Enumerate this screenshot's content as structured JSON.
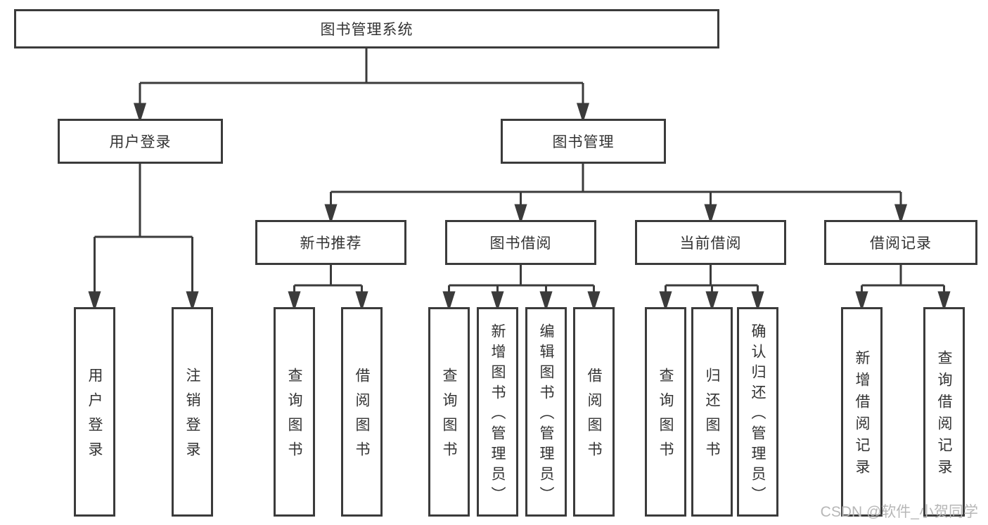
{
  "tree": {
    "label": "图书管理系统",
    "children": [
      {
        "label": "用户登录",
        "children": [
          {
            "label": "用户登录"
          },
          {
            "label": "注销登录"
          }
        ]
      },
      {
        "label": "图书管理",
        "children": [
          {
            "label": "新书推荐",
            "children": [
              {
                "label": "查询图书"
              },
              {
                "label": "借阅图书"
              }
            ]
          },
          {
            "label": "图书借阅",
            "children": [
              {
                "label": "查询图书"
              },
              {
                "label": "新增图书（管理员）"
              },
              {
                "label": "编辑图书（管理员）"
              },
              {
                "label": "借阅图书"
              }
            ]
          },
          {
            "label": "当前借阅",
            "children": [
              {
                "label": "查询图书"
              },
              {
                "label": "归还图书"
              },
              {
                "label": "确认归还（管理员）"
              }
            ]
          },
          {
            "label": "借阅记录",
            "children": [
              {
                "label": "新增借阅记录"
              },
              {
                "label": "查询借阅记录"
              }
            ]
          }
        ]
      }
    ]
  },
  "watermark": {
    "text": "CSDN @软件_小贺同学"
  },
  "colors": {
    "line": "#3b3b3b",
    "box_border": "#3b3b3b",
    "box_fill": "#ffffff",
    "text": "#333333",
    "watermark": "#b7b7b7"
  }
}
